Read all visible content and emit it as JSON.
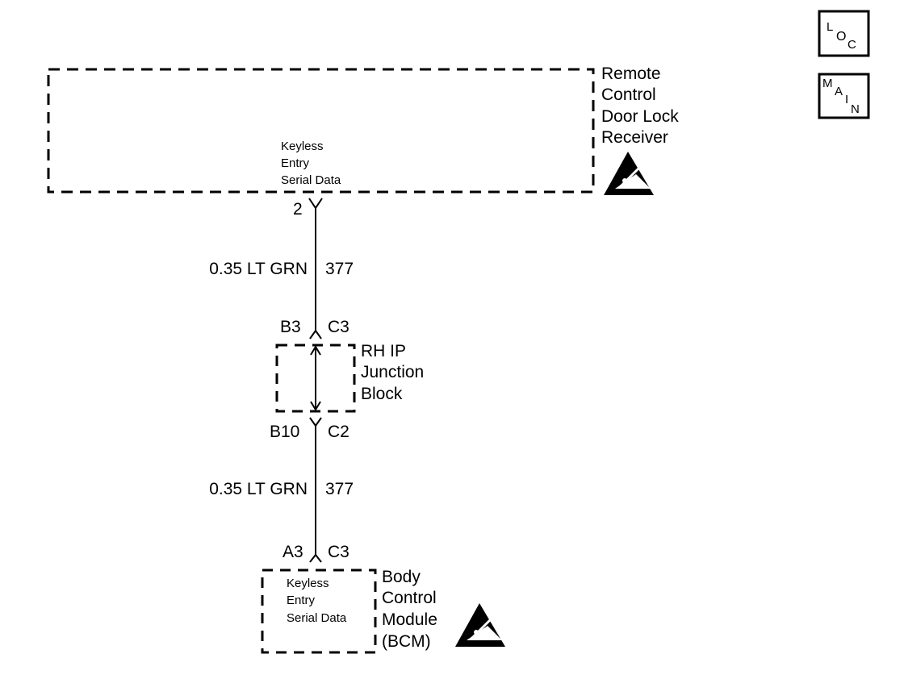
{
  "nav": {
    "loc": {
      "l1": "L",
      "l2": "O",
      "l3": "C"
    },
    "main": {
      "l1": "M",
      "l2": "A",
      "l3": "I",
      "l4": "N"
    }
  },
  "receiver": {
    "name": [
      "Remote",
      "Control",
      "Door Lock",
      "Receiver"
    ],
    "internal": [
      "Keyless",
      "Entry",
      "Serial Data"
    ],
    "pin": "2"
  },
  "wire_upper": {
    "gauge_color": "0.35 LT GRN",
    "circuit": "377"
  },
  "junction": {
    "name": [
      "RH IP",
      "Junction",
      "Block"
    ],
    "top_left": "B3",
    "top_right": "C3",
    "bottom_left": "B10",
    "bottom_right": "C2"
  },
  "wire_lower": {
    "gauge_color": "0.35 LT GRN",
    "circuit": "377"
  },
  "bcm": {
    "name": [
      "Body",
      "Control",
      "Module",
      "(BCM)"
    ],
    "internal": [
      "Keyless",
      "Entry",
      "Serial Data"
    ],
    "pin_left": "A3",
    "pin_right": "C3"
  }
}
